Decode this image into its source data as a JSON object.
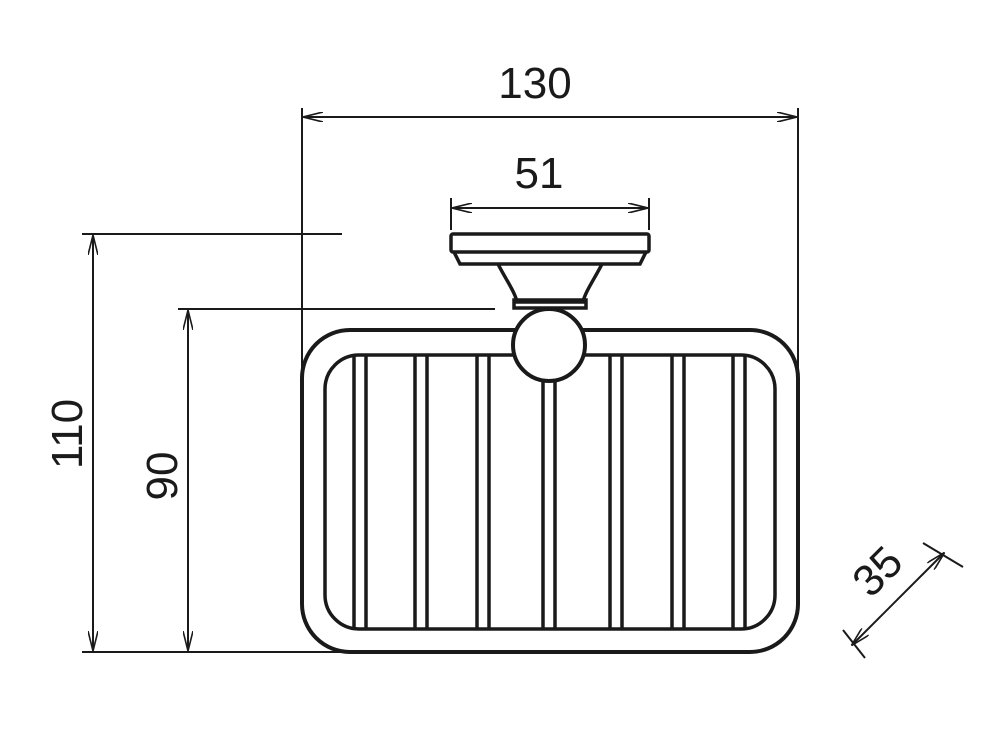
{
  "dimensions": {
    "overall_width": "130",
    "mount_width": "51",
    "overall_height": "110",
    "basket_height": "90",
    "depth": "35"
  },
  "colors": {
    "line": "#1a1a1a",
    "background": "#ffffff"
  }
}
